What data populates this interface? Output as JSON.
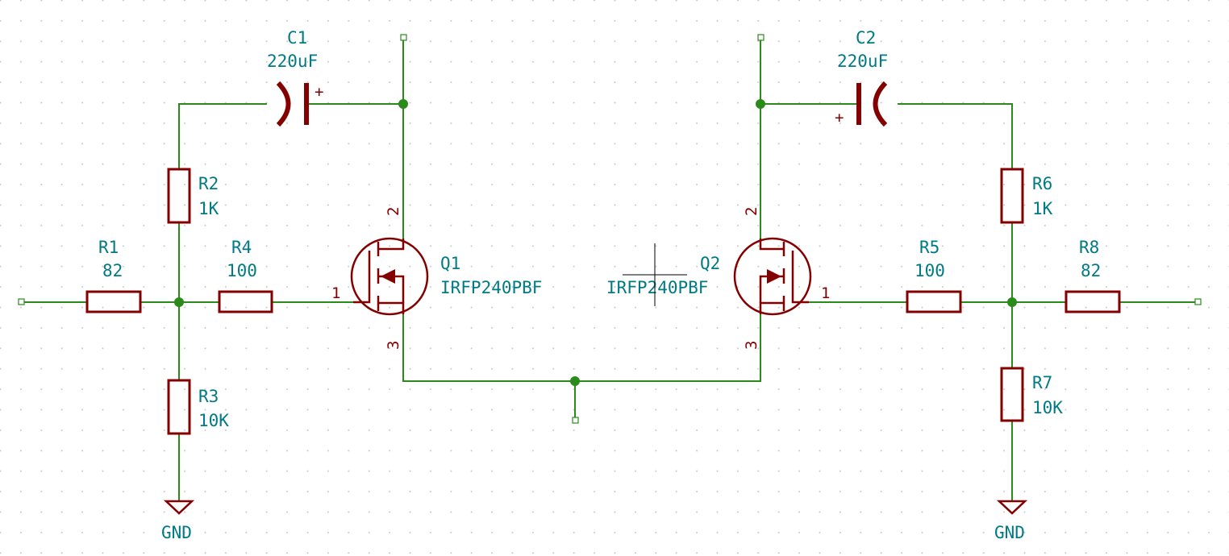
{
  "colors": {
    "wire": "#2a8a1a",
    "symbol": "#840000",
    "text": "#007a84",
    "grid": "#c6c6c6",
    "background": "#ffffff"
  },
  "components": {
    "C1": {
      "ref": "C1",
      "value": "220uF",
      "plus": "+"
    },
    "C2": {
      "ref": "C2",
      "value": "220uF",
      "plus": "+"
    },
    "R1": {
      "ref": "R1",
      "value": "82"
    },
    "R2": {
      "ref": "R2",
      "value": "1K"
    },
    "R3": {
      "ref": "R3",
      "value": "10K"
    },
    "R4": {
      "ref": "R4",
      "value": "100"
    },
    "R5": {
      "ref": "R5",
      "value": "100"
    },
    "R6": {
      "ref": "R6",
      "value": "1K"
    },
    "R7": {
      "ref": "R7",
      "value": "10K"
    },
    "R8": {
      "ref": "R8",
      "value": "82"
    },
    "Q1": {
      "ref": "Q1",
      "value": "IRFP240PBF",
      "pin_gate": "1",
      "pin_drain": "2",
      "pin_source": "3"
    },
    "Q2": {
      "ref": "Q2",
      "value": "IRFP240PBF",
      "pin_gate": "1",
      "pin_drain": "2",
      "pin_source": "3"
    }
  },
  "power": {
    "gnd_left": "GND",
    "gnd_right": "GND"
  }
}
